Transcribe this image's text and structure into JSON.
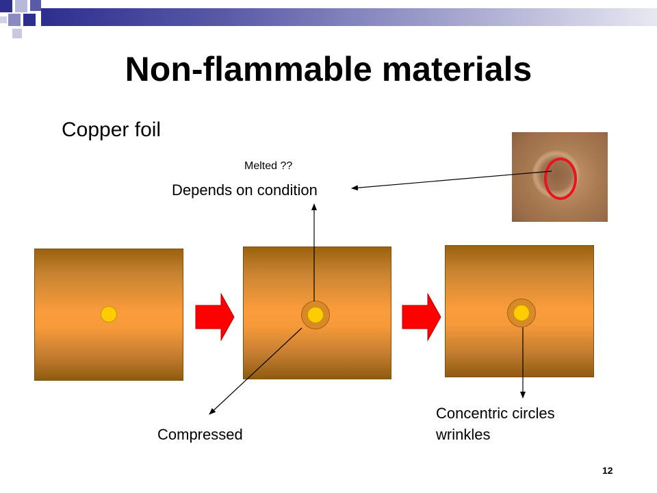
{
  "slide": {
    "title": "Non-flammable materials",
    "subtitle": "Copper foil",
    "labels": {
      "melted": "Melted ??",
      "depends": "Depends on condition",
      "compressed": "Compressed",
      "concentric_line1": "Concentric circles",
      "concentric_line2": "wrinkles"
    },
    "page_number": "12"
  },
  "colors": {
    "accent_blue": "#2e2e8f",
    "foil_orange": "#fb9c3c",
    "arrow_red": "#ff0000",
    "highlight_red": "#e8141e",
    "dot_yellow": "#ffcc00"
  }
}
